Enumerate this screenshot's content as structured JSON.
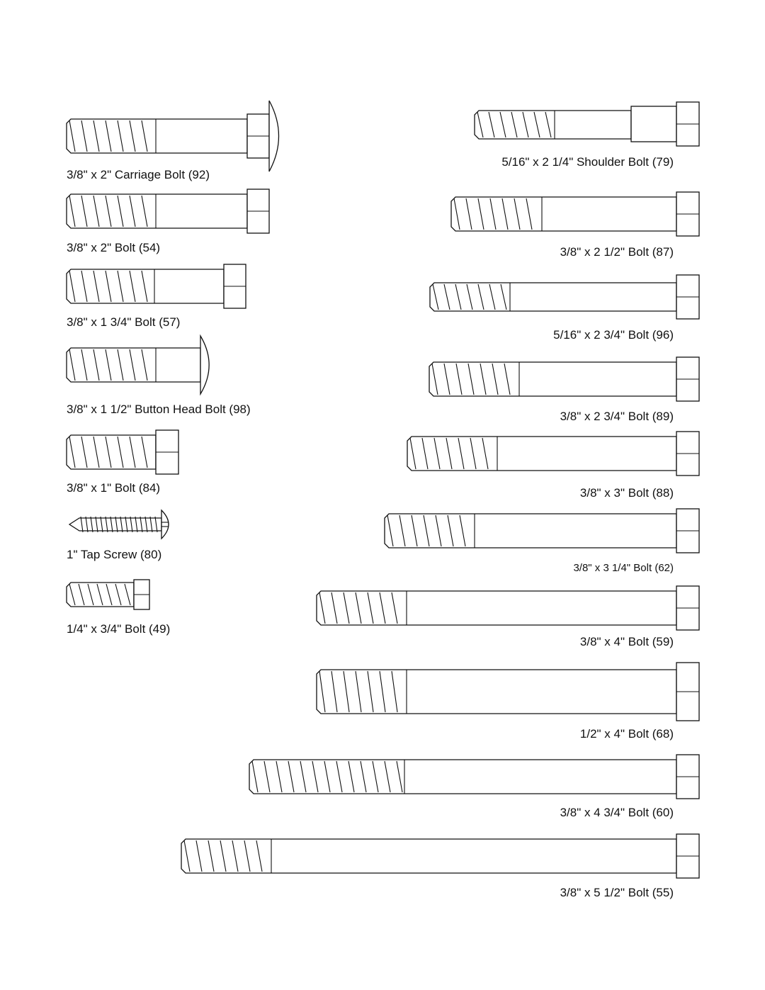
{
  "diagram": {
    "left_column": [
      {
        "id": "carriage-bolt-92",
        "label": "3/8\" x 2\" Carriage Bolt (92)"
      },
      {
        "id": "bolt-54",
        "label": "3/8\" x 2\" Bolt (54)"
      },
      {
        "id": "bolt-57",
        "label": "3/8\" x 1 3/4\" Bolt (57)"
      },
      {
        "id": "button-head-bolt-98",
        "label": "3/8\" x 1 1/2\" Button Head Bolt (98)"
      },
      {
        "id": "bolt-84",
        "label": "3/8\" x 1\" Bolt (84)"
      },
      {
        "id": "tap-screw-80",
        "label": "1\" Tap Screw (80)"
      },
      {
        "id": "bolt-49",
        "label": "1/4\" x 3/4\" Bolt (49)"
      }
    ],
    "right_column": [
      {
        "id": "shoulder-bolt-79",
        "label": "5/16\" x 2 1/4\" Shoulder Bolt (79)"
      },
      {
        "id": "bolt-87",
        "label": "3/8\" x 2 1/2\" Bolt (87)"
      },
      {
        "id": "bolt-96",
        "label": "5/16\" x 2 3/4\" Bolt (96)"
      },
      {
        "id": "bolt-89",
        "label": "3/8\" x 2 3/4\" Bolt (89)"
      },
      {
        "id": "bolt-88",
        "label": "3/8\" x 3\" Bolt (88)"
      },
      {
        "id": "bolt-62",
        "label": "3/8\" x 3 1/4\" Bolt (62)"
      },
      {
        "id": "bolt-59",
        "label": "3/8\" x 4\" Bolt (59)"
      },
      {
        "id": "bolt-68",
        "label": "1/2\" x 4\" Bolt (68)"
      },
      {
        "id": "bolt-60",
        "label": "3/8\" x 4 3/4\" Bolt (60)"
      },
      {
        "id": "bolt-55",
        "label": "3/8\" x 5 1/2\" Bolt (55)"
      }
    ]
  }
}
